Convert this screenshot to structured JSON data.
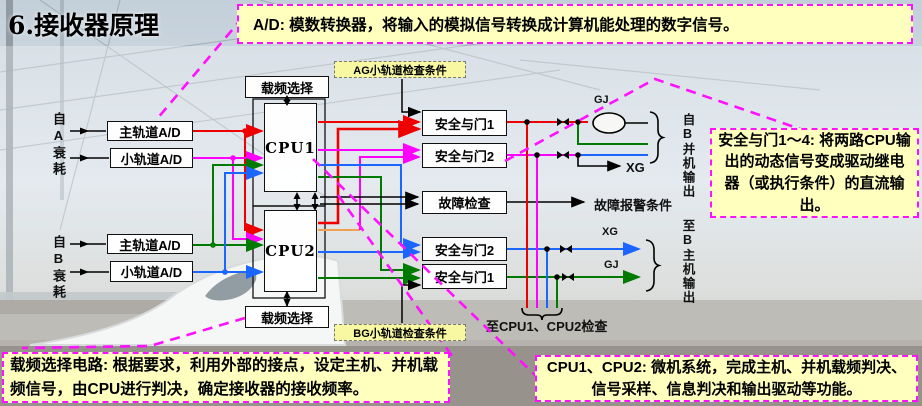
{
  "slide": {
    "title": "6.接收器原理"
  },
  "callouts": {
    "ad_note": "A/D: 模数转换器，将输入的模拟信号转换成计算机能处理的数字信号。",
    "gate_note": "安全与门1～4: 将两路CPU输出的动态信号变成驱动继电器（或执行条件）的直流输出。",
    "carrier_note": "载频选择电路: 根据要求，利用外部的接点，设定主机、并机载频信号，由CPU进行判决，确定接收器的接收频率。",
    "cpu_note": "CPU1、CPU2: 微机系统，完成主机、并机载频判决、信号采样、信息判决和输出驱动等功能。"
  },
  "blocks": {
    "carrier_select_top": "载频选择",
    "carrier_select_bottom": "载频选择",
    "cpu1": "CPU1",
    "cpu2": "CPU2",
    "ad_main_a": "主轨道A/D",
    "ad_small_a": "小轨道A/D",
    "ad_main_b": "主轨道A/D",
    "ad_small_b": "小轨道A/D",
    "gate1_top": "安全与门1",
    "gate2_top": "安全与门2",
    "fault_check": "故障检查",
    "gate2_bottom": "安全与门2",
    "gate1_bottom": "安全与门1"
  },
  "labels": {
    "ag_condition": "AG小轨道检查条件",
    "bg_condition": "BG小轨道检查条件",
    "input_a": "自A衰耗",
    "input_b": "自B衰耗",
    "output_parallel": "自B并机输出",
    "output_main": "至B主机输出",
    "gj_top": "GJ",
    "xg_top": "XG",
    "xg_bottom": "XG",
    "gj_bottom": "GJ",
    "fault_alarm": "故障报警条件",
    "to_cpu_check": "至CPU1、CPU2检查"
  },
  "colors": {
    "note_bg": "#ffffbe",
    "note_border": "#ff10ff",
    "wire_red": "#ee0000",
    "wire_magenta": "#ff00ff",
    "wire_green": "#007a00",
    "wire_blue": "#1a66ff",
    "wire_orange": "#f0a050",
    "wire_black": "#000000"
  }
}
